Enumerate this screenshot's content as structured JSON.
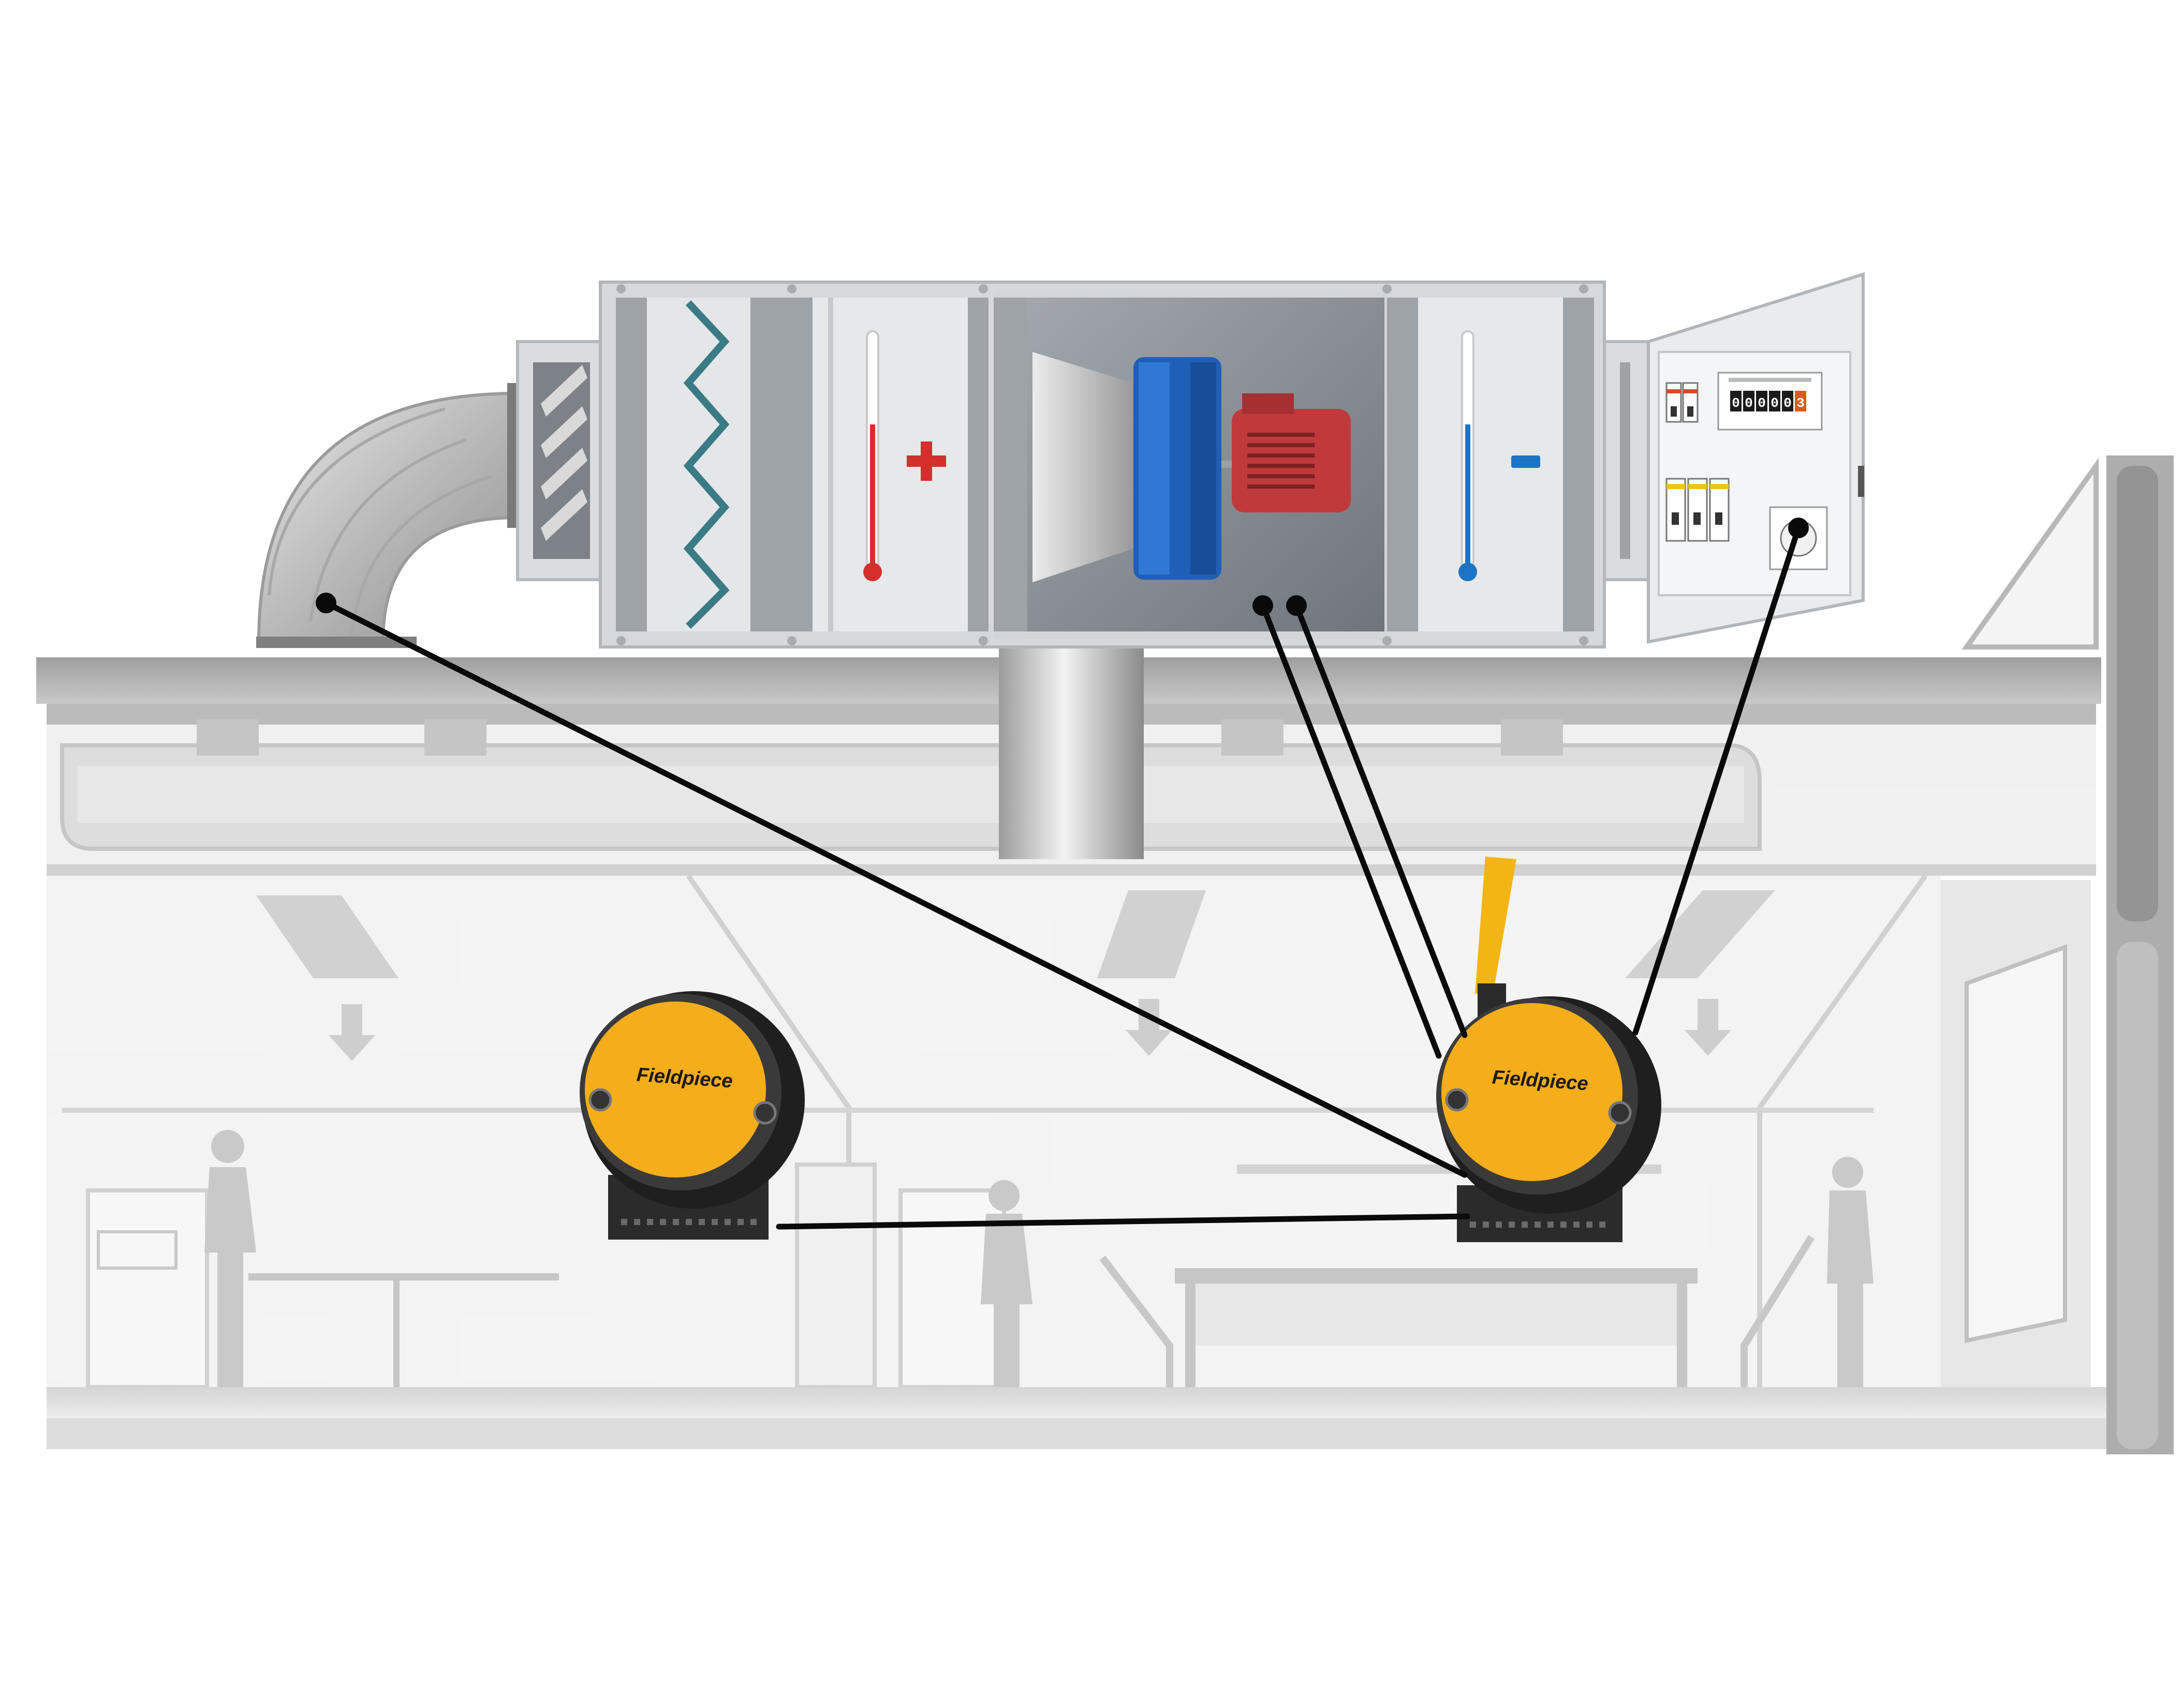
{
  "loggers": [
    {
      "id": "logger-left",
      "brand": "Fieldpiece",
      "has_antenna": false
    },
    {
      "id": "logger-right",
      "brand": "Fieldpiece",
      "has_antenna": true
    }
  ],
  "ahu": {
    "heating_symbol": "+",
    "cooling_symbol": "−",
    "meter_digits": [
      "0",
      "0",
      "0",
      "0",
      "0",
      "3"
    ]
  },
  "colors": {
    "logger_yellow": "#f5ad1a",
    "logger_body": "#2b2b2b",
    "antenna_yellow": "#f3b514",
    "wire": "#0a0a0a",
    "heater_red": "#d3302c",
    "cooler_blue": "#1d74c4",
    "fan_blue": "#1f5fb8",
    "motor_red": "#c0393b",
    "filter_teal": "#3a7b86",
    "building_gray": "#c9c9c9"
  },
  "connections": [
    {
      "from": "duct-inlet-probe",
      "to": "logger-right"
    },
    {
      "from": "fan-section-probe-1",
      "to": "logger-right"
    },
    {
      "from": "fan-section-probe-2",
      "to": "logger-right"
    },
    {
      "from": "control-panel-probe",
      "to": "logger-right"
    },
    {
      "from": "logger-left",
      "to": "logger-right"
    }
  ]
}
